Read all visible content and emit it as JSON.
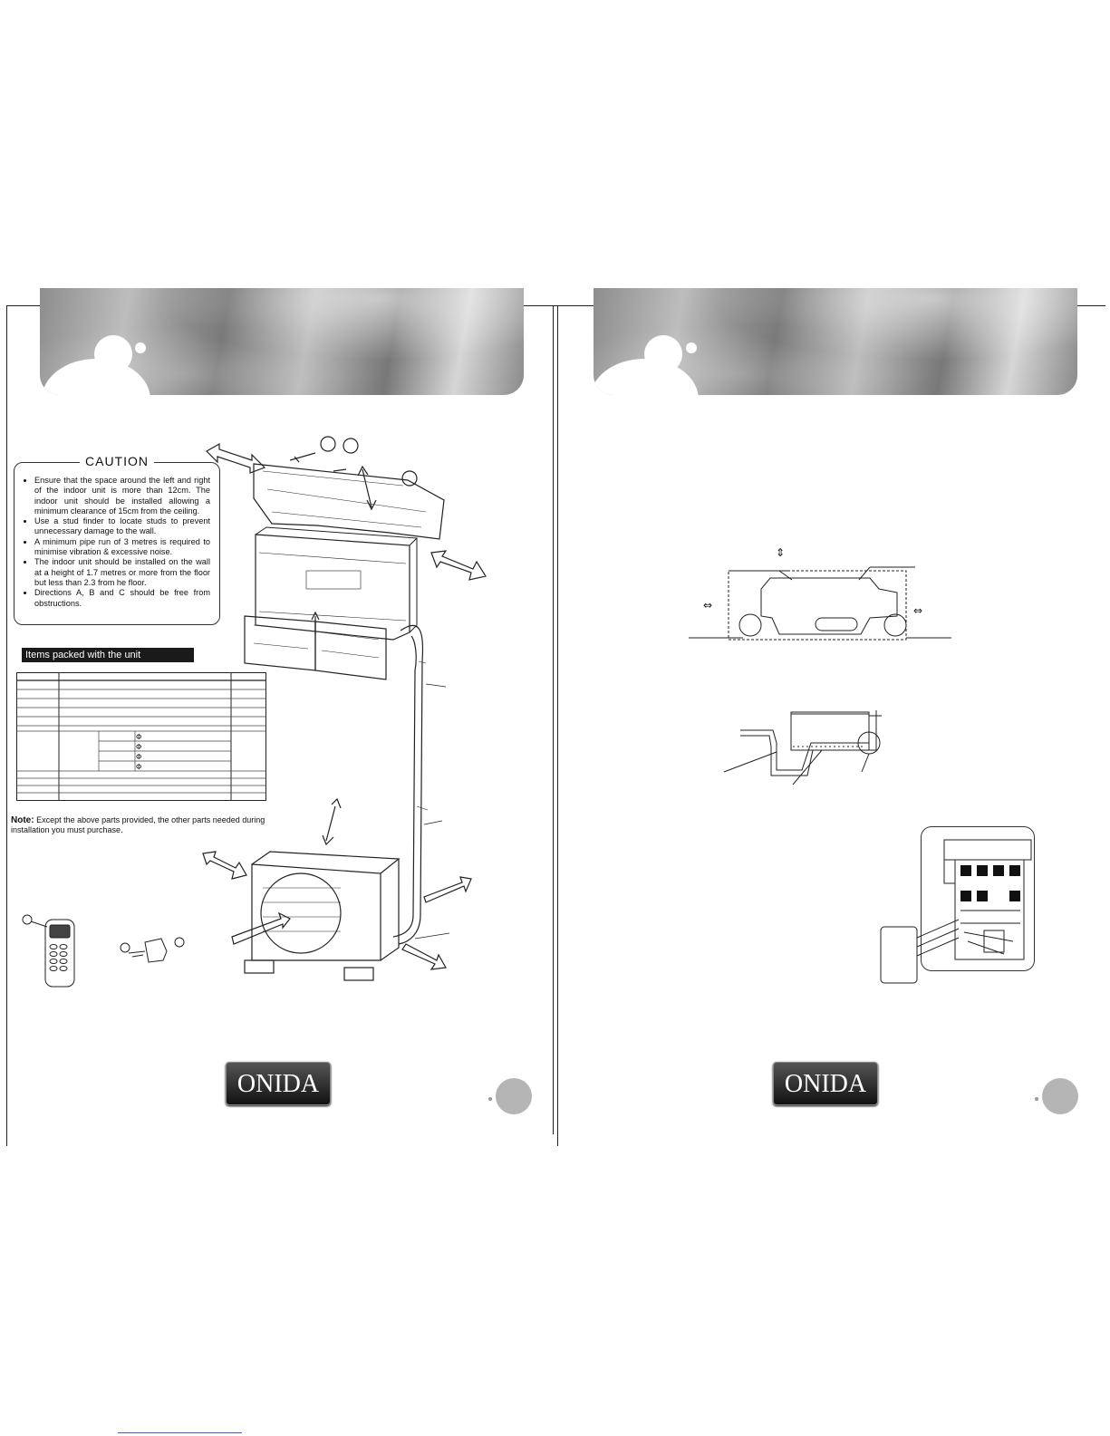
{
  "caution": {
    "title": "CAUTION",
    "items": [
      "Ensure that the space around the left and right of the indoor unit is more than 12cm. The indoor unit should be installed allowing a minimum clearance of 15cm from the ceiling.",
      "Use a stud finder to locate studs to prevent unnecessary damage to the wall.",
      "A minimum pipe run of 3 metres is required to minimise vibration & excessive noise.",
      "The indoor unit should be installed on the wall at a height of 1.7 metres or more from the floor but less than 2.3 from he floor.",
      "Directions A, B and C should be free from obstructions."
    ]
  },
  "items_packed": {
    "title": "Items packed with the unit"
  },
  "note": {
    "label": "Note:",
    "text": "Except the above parts provided, the other parts  needed during installation  you must purchase."
  },
  "brand": {
    "left_logo": "ONIDA",
    "right_logo": "ONIDA"
  }
}
